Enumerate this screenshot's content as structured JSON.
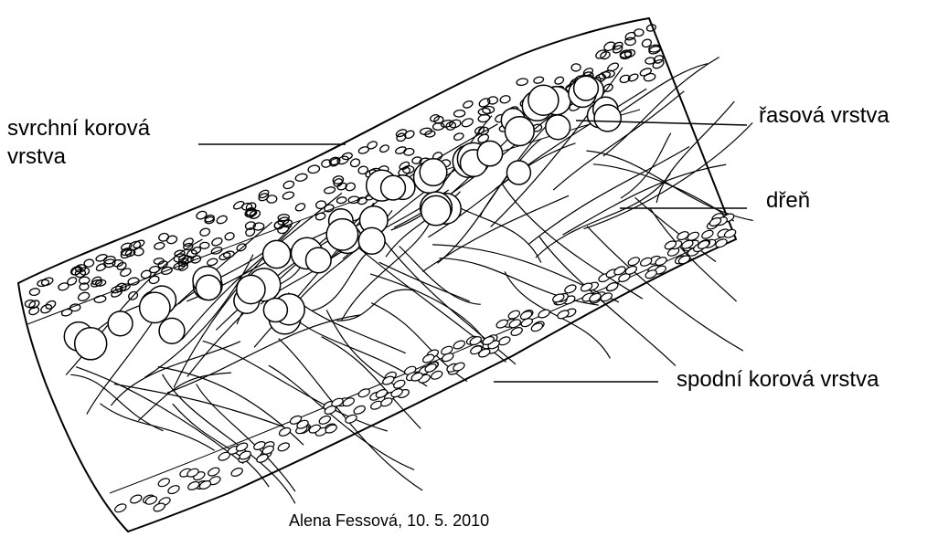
{
  "labels": {
    "upper_cortex_line1": "svrchní korová",
    "upper_cortex_line2": "vrstva",
    "algal_layer": "řasová vrstva",
    "medulla": "dřeň",
    "lower_cortex": "spodní korová vrstva"
  },
  "credit": "Alena Fessová, 10. 5. 2010"
}
